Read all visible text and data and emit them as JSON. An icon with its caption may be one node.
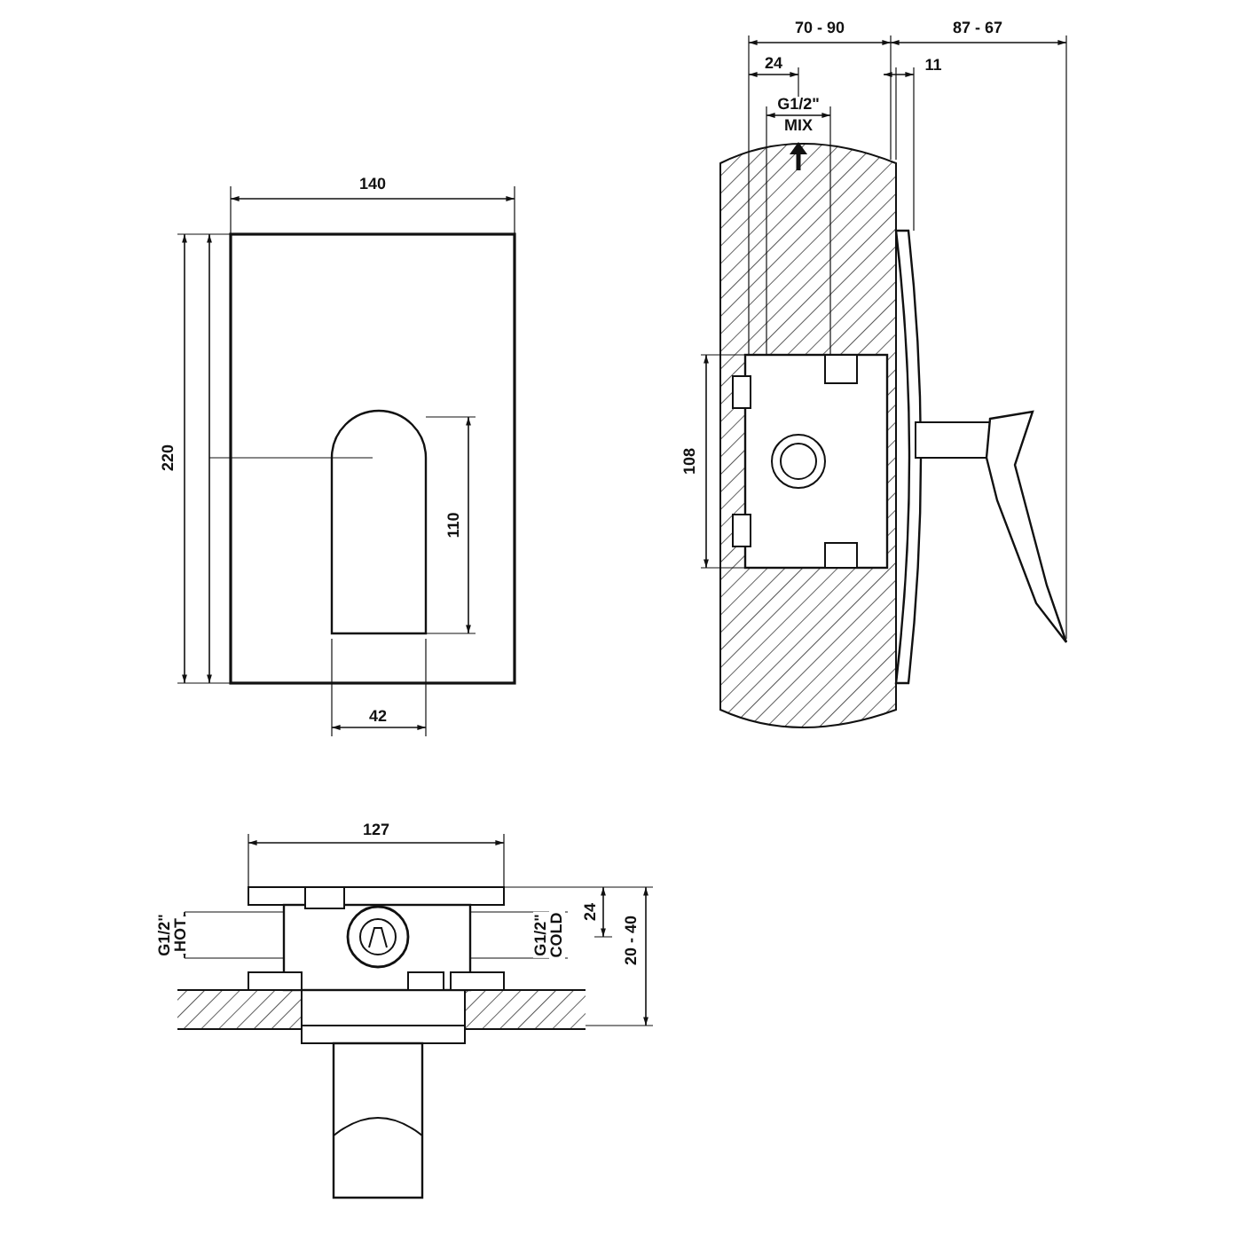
{
  "diagram": {
    "labels": [
      "70 - 90",
      "87 - 67",
      "24",
      "11",
      "G1/2\"",
      "MIX",
      "140",
      "220",
      "110",
      "108",
      "42",
      "127",
      "G1/2\"",
      "HOT",
      "G1/2\"",
      "COLD",
      "24",
      "20 - 40"
    ]
  }
}
